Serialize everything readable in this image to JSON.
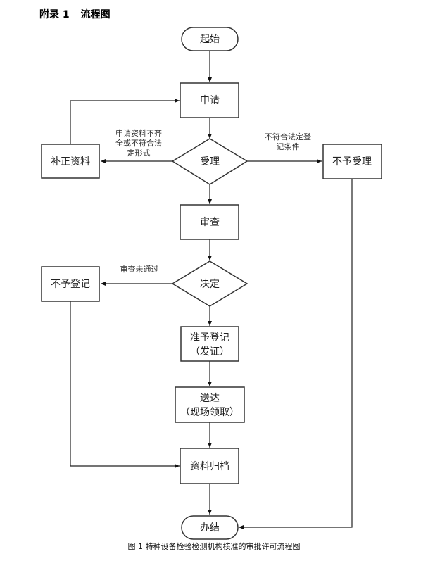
{
  "heading": {
    "label": "附录 1",
    "title": "流程图"
  },
  "nodes": {
    "start": "起始",
    "apply": "申请",
    "accept": "受理",
    "supplement": "补正资料",
    "reject_accept": "不予受理",
    "review": "审查",
    "decision": "决定",
    "reject_register": "不予登记",
    "approve_line1": "准予登记",
    "approve_line2": "（发证）",
    "deliver_line1": "送达",
    "deliver_line2": "（现场领取）",
    "archive": "资料归档",
    "end": "办结"
  },
  "edge_labels": {
    "incomplete": [
      "申请资料不齐",
      "全或不符合法",
      "定形式"
    ],
    "not_qualified": [
      "不符合法定登",
      "记条件"
    ],
    "review_failed": "审查未通过"
  },
  "caption": "图 1 特种设备检验检测机构核准的审批许可流程图"
}
